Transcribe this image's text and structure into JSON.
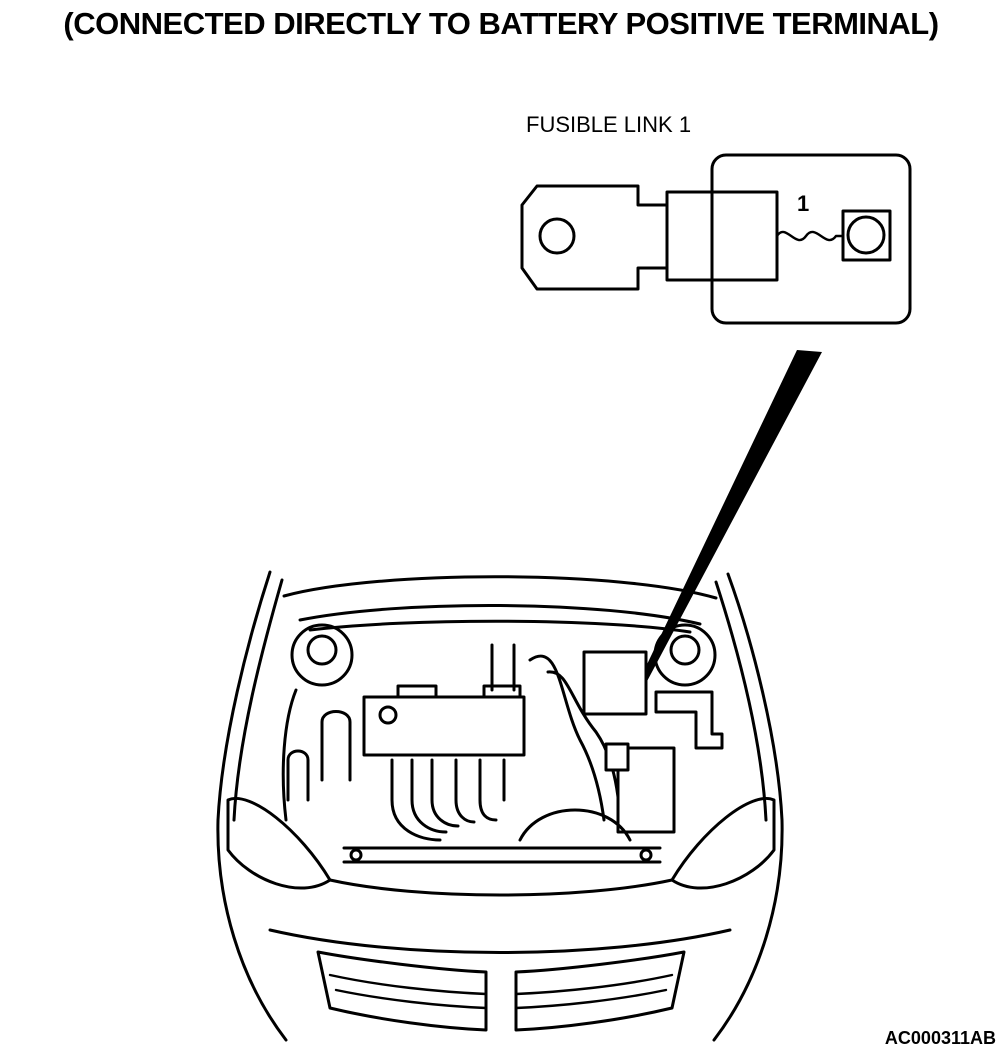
{
  "heading": "(CONNECTED DIRECTLY TO BATTERY POSITIVE TERMINAL)",
  "callout": {
    "label": "FUSIBLE LINK 1",
    "terminal_number": "1"
  },
  "reference_code": "AC000311AB"
}
